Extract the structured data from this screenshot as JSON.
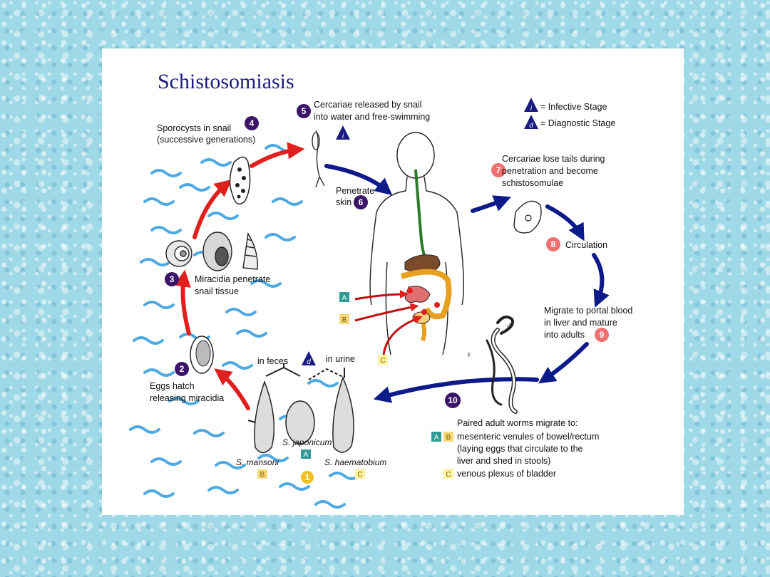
{
  "title": "Schistosomiasis",
  "legend": {
    "infective_symbol": "i",
    "infective_label": "= Infective Stage",
    "diagnostic_symbol": "d",
    "diagnostic_label": "= Diagnostic Stage"
  },
  "steps": [
    {
      "num": "1",
      "label": ""
    },
    {
      "num": "2",
      "label_lines": [
        "Eggs hatch",
        "releasing miracidia"
      ]
    },
    {
      "num": "3",
      "label_lines": [
        "Miracidia penetrate",
        "snail tissue"
      ]
    },
    {
      "num": "4",
      "label_lines": [
        "Sporocysts in snail",
        "(successive generations)"
      ]
    },
    {
      "num": "5",
      "label_lines": [
        "Cercariae released by snail",
        "into water and free-swimming"
      ]
    },
    {
      "num": "6",
      "label_lines": [
        "Penetrate",
        "skin"
      ]
    },
    {
      "num": "7",
      "label_lines": [
        "Cercariae lose tails during",
        "penetration and become",
        "schistosomulae"
      ]
    },
    {
      "num": "8",
      "label_lines": [
        "Circulation"
      ]
    },
    {
      "num": "9",
      "label_lines": [
        "Migrate to portal blood",
        "in liver and mature",
        "into adults"
      ]
    },
    {
      "num": "10",
      "label_lines": [
        "Paired adult worms migrate to:"
      ]
    }
  ],
  "worm_sites": {
    "ab_text": "mesenteric venules of bowel/rectum",
    "ab_note_lines": [
      "(laying eggs that circulate to the",
      "liver and shed in stools)"
    ],
    "c_text": "venous plexus of bladder"
  },
  "eggs": {
    "in_feces": "in feces",
    "in_urine": "in urine",
    "mansoni": "S. mansoni",
    "japonicum": "S. japonicum",
    "haematobium": "S. haematobium"
  },
  "species_letters": {
    "a": "A",
    "b": "B",
    "c": "C"
  },
  "symbols": {
    "male": "♂",
    "female": "♀"
  },
  "colors": {
    "title": "#1a1a80",
    "dark_arrow": "#0d1a8a",
    "red_arrow": "#e0201e",
    "step_badge": "#3a1466",
    "host_badge": "#f07070",
    "letter_a": "#2f9a96",
    "letter_b": "#f5d878",
    "letter_c": "#fff3a0",
    "water": "#3aa0e0"
  }
}
